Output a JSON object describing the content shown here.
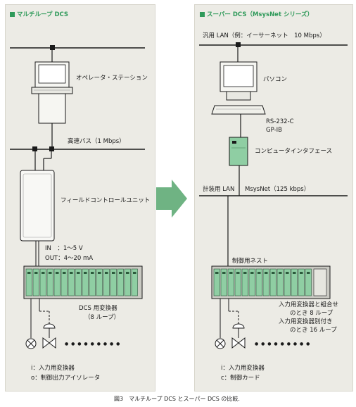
{
  "left": {
    "heading": "マルチループ DCS",
    "operator_station": "オペレータ・ステーション",
    "highway": "高速バス（1 Mbps）",
    "field_unit": "フィールドコントロールユニット",
    "io_in": "IN　：1～5 V",
    "io_out": "OUT：4～20 mA",
    "converter_line1": "DCS 用変換器",
    "converter_line2": "（8 ループ）",
    "dots": "● ● ● ● ● ● ● ● ●",
    "legend_i": "i：入力用変換器",
    "legend_o": "o：制御出力アイソレータ"
  },
  "right": {
    "heading": "スーパー DCS（MsysNet シリーズ）",
    "lan_label": "汎用 LAN（例：イーサーネット　10 Mbps）",
    "pc": "パソコン",
    "rs232": "RS-232-C",
    "gpib": "GP-IB",
    "interface": "コンピュータインタフェース",
    "msysnet_left": "計装用 LAN",
    "msysnet_right": "MsysNet（125 kbps）",
    "control_net": "制御用ネスト",
    "combo_line1": "入力用変換器と組合せ",
    "combo_line2": "のとき 8 ループ",
    "sep_line1": "入力用変換器別付き",
    "sep_line2": "のとき 16 ループ",
    "dots": "● ● ● ● ● ● ● ● ●",
    "legend_i": "i：入力用変換器",
    "legend_c": "c：制御カード"
  },
  "caption": "図3　マルチループ DCS とスーパー DCS の比較.",
  "colors": {
    "panel_bg": "#ecebe5",
    "heading_green": "#2f9a5a",
    "arrow_green": "#6fb383",
    "card_green": "#8fcea3",
    "line": "#1a1a1a"
  },
  "icons": [
    "monitor-icon",
    "terminal-icon",
    "cabinet-icon",
    "rack-icon",
    "sensor-icon",
    "valve-icon",
    "interface-box-icon",
    "arrow-icon"
  ]
}
